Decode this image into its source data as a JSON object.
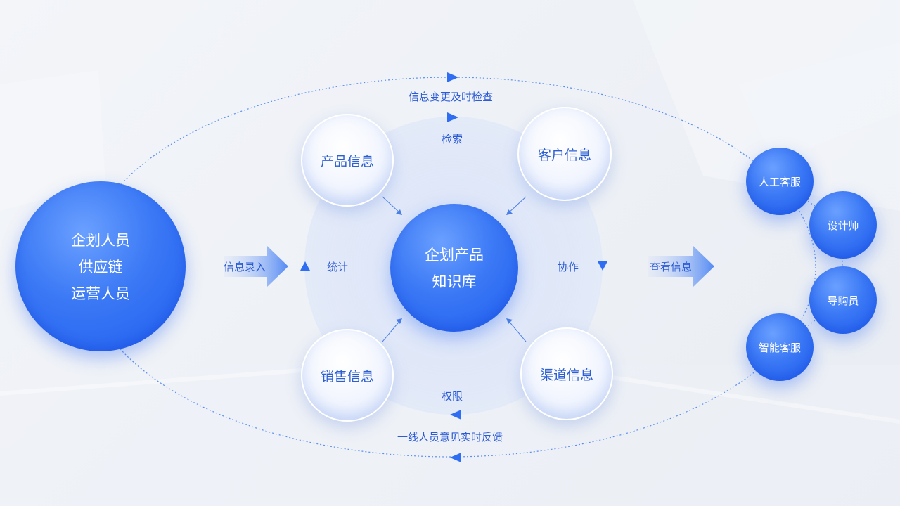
{
  "left_group": {
    "lines": [
      "企划人员",
      "供应链",
      "运营人员"
    ]
  },
  "center": {
    "lines": [
      "企划产品",
      "知识库"
    ]
  },
  "satellites": {
    "product": "产品信息",
    "customer": "客户信息",
    "sales": "销售信息",
    "channel": "渠道信息"
  },
  "inner_labels": {
    "search": "检索",
    "stats": "统计",
    "collab": "协作",
    "permission": "权限"
  },
  "orbit_labels": {
    "top": "信息变更及时检查",
    "bottom": "一线人员意见实时反馈"
  },
  "flow_arrows": {
    "input": "信息录入",
    "view": "查看信息"
  },
  "right_roles": {
    "human_service": "人工客服",
    "designer": "设计师",
    "shopping_guide": "导购员",
    "smart_service": "智能客服"
  },
  "colors": {
    "primary_blue": "#2f6ef3",
    "label_blue": "#2b5bd6",
    "dotted_orbit": "#5b8ff0"
  }
}
